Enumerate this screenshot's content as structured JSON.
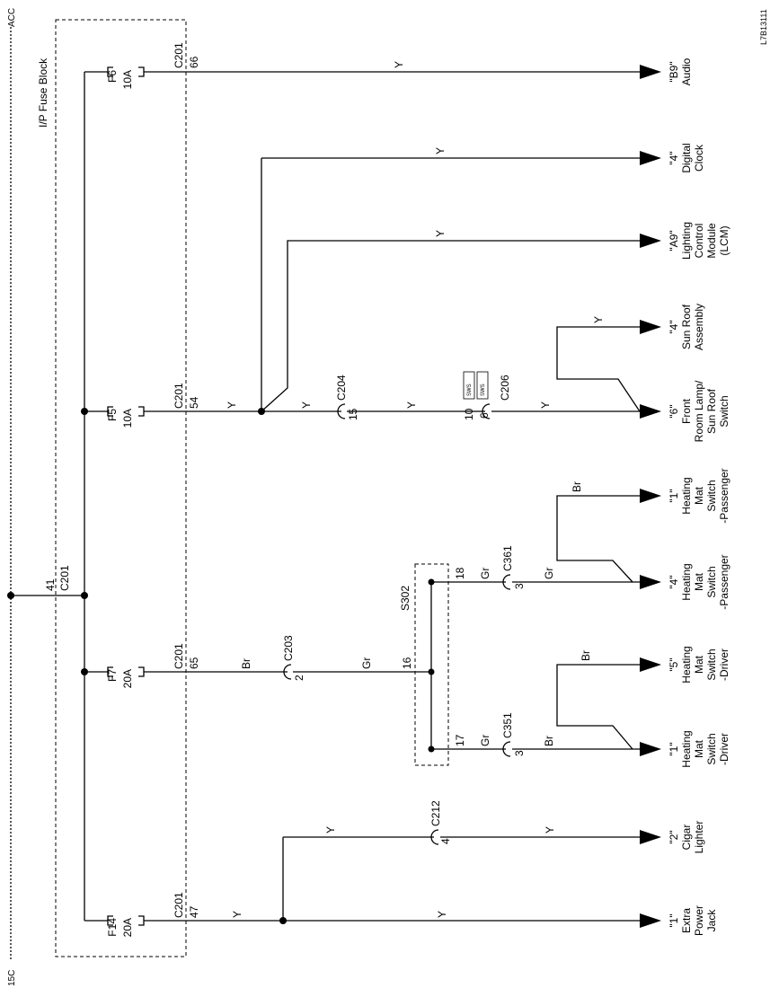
{
  "top_bus_label": "ACC",
  "bottom_bus_label": "15C",
  "fuse_block_label": "I/P Fuse Block",
  "drawing_id": "L7B13111",
  "bus_tap": {
    "pin": "41",
    "connector": "C201"
  },
  "fuses": {
    "f6": {
      "name": "F6",
      "rating": "10A",
      "connector": "C201",
      "pin": "66"
    },
    "f5": {
      "name": "F5",
      "rating": "10A",
      "connector": "C201",
      "pin": "54"
    },
    "f7": {
      "name": "F7",
      "rating": "20A",
      "connector": "C201",
      "pin": "65"
    },
    "f14": {
      "name": "F14",
      "rating": "20A",
      "connector": "C201",
      "pin": "47"
    }
  },
  "wire_colors": {
    "yellow": "Y",
    "brown": "Br",
    "gray": "Gr"
  },
  "connectors": {
    "c204": {
      "name": "C204",
      "pin": "15"
    },
    "c206": {
      "name": "C206",
      "pin_in": "10",
      "pin_out": "6",
      "tag": "SWS"
    },
    "c203": {
      "name": "C203",
      "pin": "2"
    },
    "s302": {
      "name": "S302",
      "pin_16": "16",
      "pin_17": "17",
      "pin_18": "18"
    },
    "c361": {
      "name": "C361",
      "pin": "3"
    },
    "c351": {
      "name": "C351",
      "pin": "3"
    },
    "c212": {
      "name": "C212",
      "pin": "4"
    }
  },
  "destinations": {
    "audio": {
      "pin": "\"B9\"",
      "lines": [
        "Audio"
      ]
    },
    "clock": {
      "pin": "\"4\"",
      "lines": [
        "Digital",
        "Clock"
      ]
    },
    "lcm": {
      "pin": "\"A9\"",
      "lines": [
        "Lighting",
        "Control",
        "Module",
        "(LCM)"
      ]
    },
    "sunroof": {
      "pin": "\"4\"",
      "lines": [
        "Sun Roof",
        "Assembly"
      ]
    },
    "roomlamp": {
      "pin": "\"6\"",
      "lines": [
        "Front",
        "Room Lamp/",
        "Sun Roof",
        "Switch"
      ]
    },
    "hm_pass_1": {
      "pin": "\"1\"",
      "lines": [
        "Heating",
        "Mat",
        "Switch",
        "-Passenger"
      ]
    },
    "hm_pass_4": {
      "pin": "\"4\"",
      "lines": [
        "Heating",
        "Mat",
        "Switch",
        "-Passenger"
      ]
    },
    "hm_drv_5": {
      "pin": "\"5\"",
      "lines": [
        "Heating",
        "Mat",
        "Switch",
        "-Driver"
      ]
    },
    "hm_drv_1": {
      "pin": "\"1\"",
      "lines": [
        "Heating",
        "Mat",
        "Switch",
        "-Driver"
      ]
    },
    "cigar": {
      "pin": "\"2\"",
      "lines": [
        "Cigar",
        "Lighter"
      ]
    },
    "extra": {
      "pin": "\"1\"",
      "lines": [
        "Extra",
        "Power",
        "Jack"
      ]
    }
  }
}
